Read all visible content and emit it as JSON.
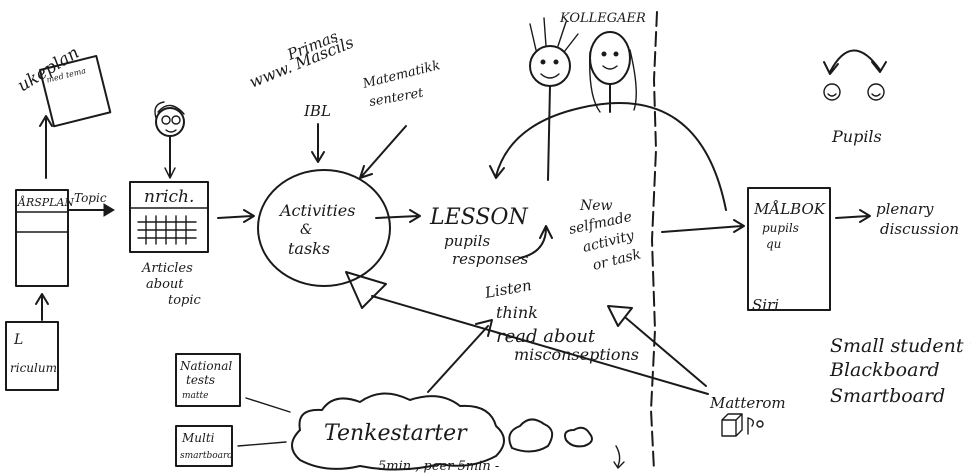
{
  "nodes": {
    "ukeplan": "ukeplan",
    "ukeplan_box": "med tema",
    "arsplan": "ÅRSPLAN",
    "topic": "Topic",
    "curriculum": "L\nriculum",
    "nrich": "nrich.",
    "articles": "Articles\nabout\ntopic",
    "primas": "Primas",
    "mascil": "www. Mascils",
    "ibl": "IBL",
    "matematikk": "Matematikk\nsenteret",
    "activities": "Activities\n&\ntasks",
    "lesson": "LESSON",
    "pupils_responses": "pupils\nresponses",
    "kollegaer": "KOLLEGAER",
    "new_activity": "New\nselfmade\nactivity\nor task",
    "malbok": "MÅLBOK",
    "malbok_sub": "pupils\nqu",
    "siri": "Siri",
    "plenary": "plenary\ndiscussion",
    "pupils": "Pupils",
    "listen": "Listen\nthink\nread about\nmisconseptions",
    "national": "National\ntests\nmatte",
    "multi": "Multi\nsmartboard",
    "tenkestarter": "Tenkestarter",
    "smin": "5min , peer 5min -",
    "matterom": "Matterom",
    "small_student": "Small student u",
    "blackboard": "Blackboard",
    "smartboard": "Smartboard"
  },
  "colors": {
    "ink": "#1a1a1a",
    "paper": "#ffffff"
  }
}
